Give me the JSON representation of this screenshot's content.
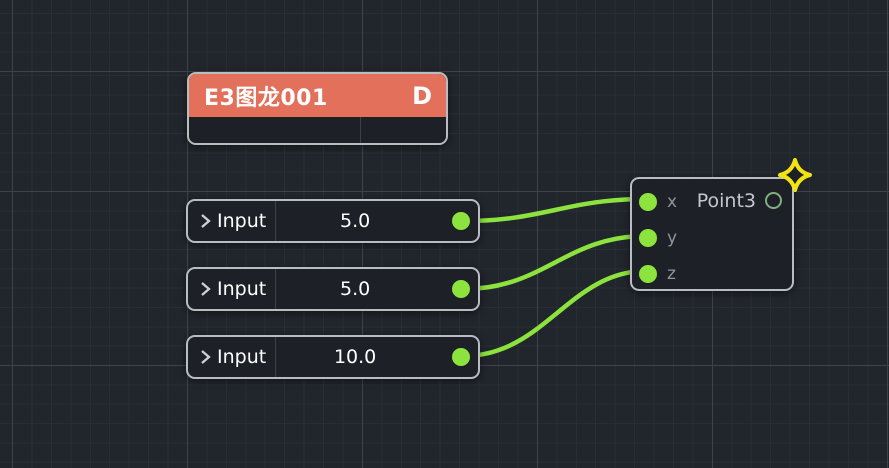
{
  "canvas": {
    "background": "#21252c",
    "grid_minor_color": "#292d35",
    "grid_major_color": "#3e434b"
  },
  "colors": {
    "accent_green": "#8de33e",
    "header_salmon": "#e2705a",
    "node_background": "#1d2127",
    "node_border": "#b9bcc0",
    "sparkle_yellow": "#f2e412",
    "output_ring_green": "#7fae83",
    "port_label_gray": "#8f959d"
  },
  "header_node": {
    "title": "E3图龙001",
    "badge": "D"
  },
  "input_nodes": [
    {
      "label": "Input",
      "value": "5.0"
    },
    {
      "label": "Input",
      "value": "5.0"
    },
    {
      "label": "Input",
      "value": "10.0"
    }
  ],
  "point3_node": {
    "title": "Point3",
    "inputs": [
      {
        "label": "x"
      },
      {
        "label": "y"
      },
      {
        "label": "z"
      }
    ]
  }
}
